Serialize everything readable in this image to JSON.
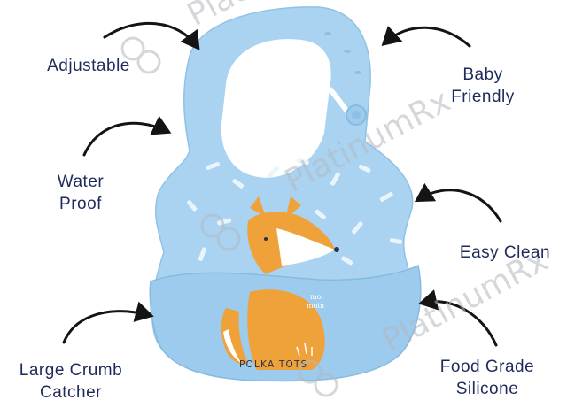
{
  "features": {
    "adjustable": "Adjustable",
    "baby_friendly": "Baby\nFriendly",
    "water_proof": "Water\nProof",
    "easy_clean": "Easy Clean",
    "crumb_catcher": "Large Crumb\nCatcher",
    "food_grade": "Food Grade\nSilicone"
  },
  "product": {
    "brand": "POLKA TOTS",
    "print_text": "moi\nmoin"
  },
  "watermark": {
    "text": "PlatinumRx"
  },
  "colors": {
    "label_text": "#1f2a5c",
    "bib_blue": "#a9d3f0",
    "fox_orange": "#f0a23a",
    "arrow": "#141414"
  }
}
